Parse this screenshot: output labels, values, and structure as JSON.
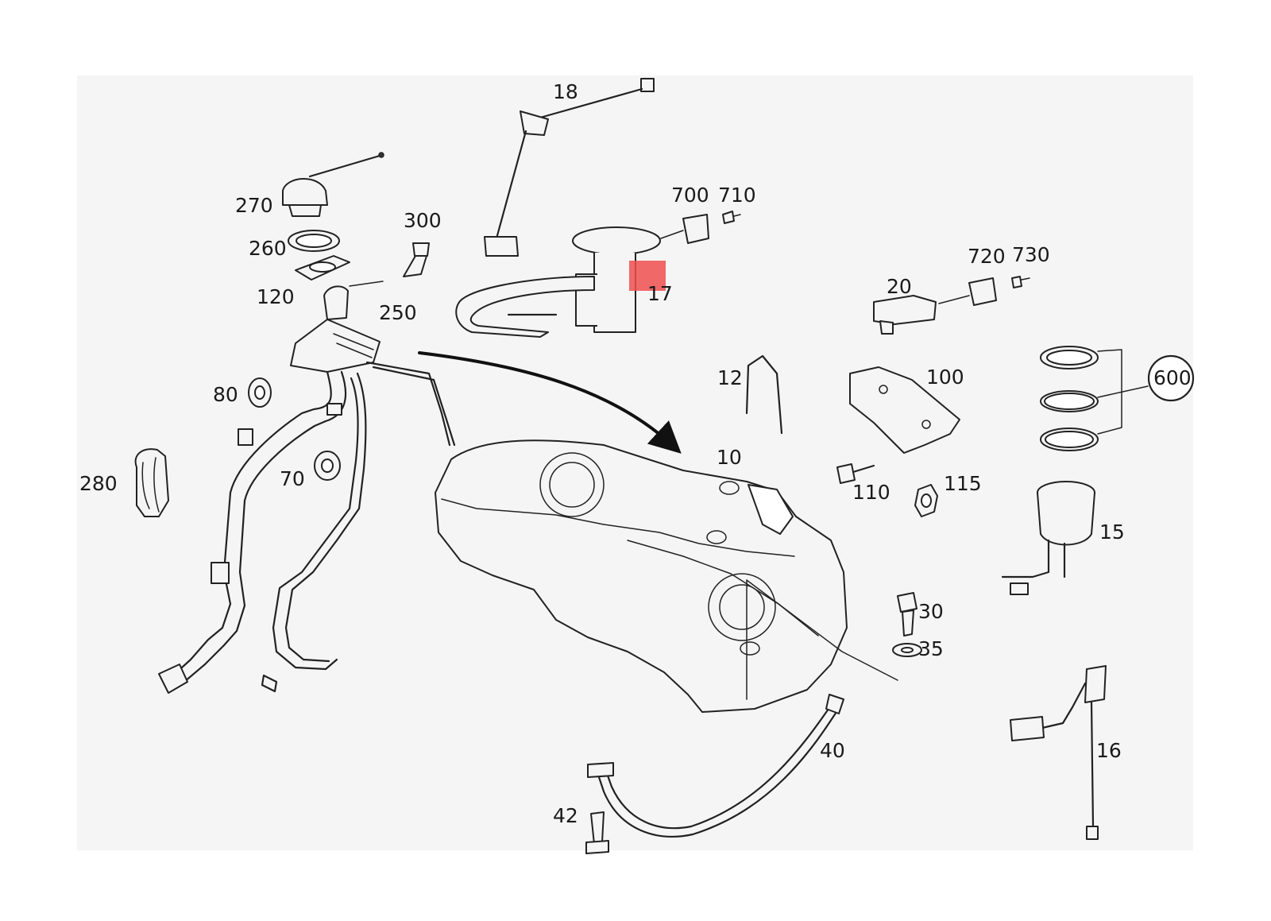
{
  "diagram": {
    "labels": {
      "p18": "18",
      "p700": "700",
      "p710": "710",
      "p270": "270",
      "p300": "300",
      "p260": "260",
      "p720": "720",
      "p730": "730",
      "p17": "17",
      "p20": "20",
      "p120": "120",
      "p250": "250",
      "p12": "12",
      "p100": "100",
      "p600": "600",
      "p80": "80",
      "p10": "10",
      "p70": "70",
      "p280": "280",
      "p110": "110",
      "p115": "115",
      "p15": "15",
      "p30": "30",
      "p35": "35",
      "p40": "40",
      "p16": "16",
      "p42": "42"
    },
    "highlight_color": "#ee4f4f"
  }
}
